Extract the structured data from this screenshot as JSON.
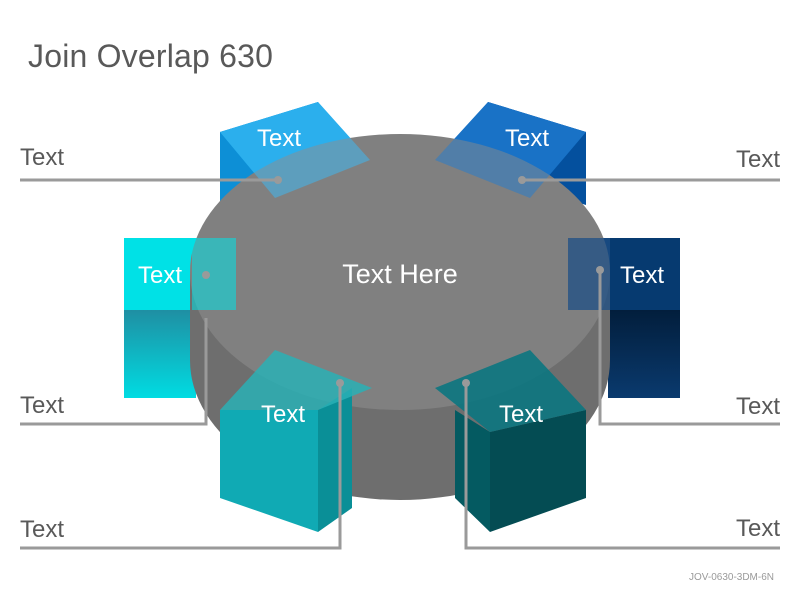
{
  "title": "Join Overlap 630",
  "center_label": "Text Here",
  "footer_code": "JOV-0630-3DM-6N",
  "colors": {
    "cylinder": "#808080",
    "connector": "#9a9a9a",
    "box_top_left": "#12a6ec",
    "box_top_right": "#0567c4",
    "box_mid_left": "#00e1e6",
    "box_mid_right": "#063a70",
    "box_bottom_left": "#10aab4",
    "box_bottom_right": "#056a73"
  },
  "boxes": {
    "top_left": "Text",
    "top_right": "Text",
    "mid_left": "Text",
    "mid_right": "Text",
    "bottom_left": "Text",
    "bottom_right": "Text"
  },
  "side_labels": {
    "top_left": "Text",
    "top_right": "Text",
    "mid_left": "Text",
    "mid_right": "Text",
    "bottom_left": "Text",
    "bottom_right": "Text"
  }
}
